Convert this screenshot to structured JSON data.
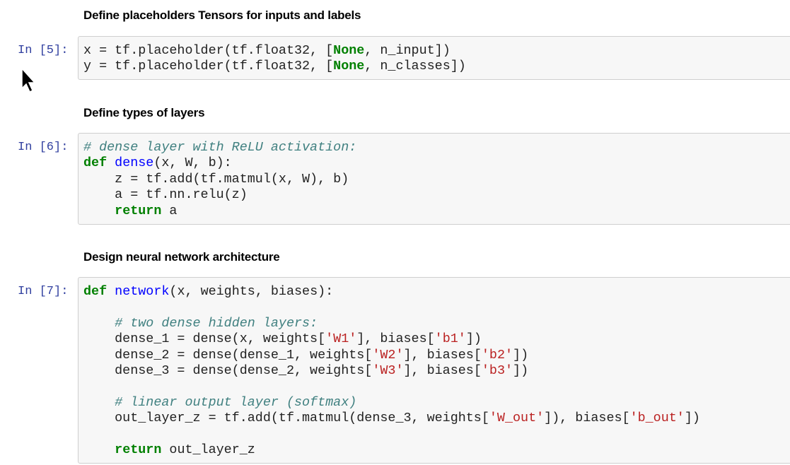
{
  "cells": [
    {
      "heading": "Define placeholders Tensors for inputs and labels",
      "prompt": "In [5]:",
      "lines": [
        [
          [
            "",
            "x = tf.placeholder(tf.float32, ["
          ],
          [
            "kw",
            "None"
          ],
          [
            "",
            ", n_input])"
          ]
        ],
        [
          [
            "",
            "y = tf.placeholder(tf.float32, ["
          ],
          [
            "kw",
            "None"
          ],
          [
            "",
            ", n_classes])"
          ]
        ]
      ]
    },
    {
      "heading": "Define types of layers",
      "prompt": "In [6]:",
      "lines": [
        [
          [
            "cm",
            "# dense layer with ReLU activation:"
          ]
        ],
        [
          [
            "kw",
            "def"
          ],
          [
            "",
            " "
          ],
          [
            "fn",
            "dense"
          ],
          [
            "",
            "(x, W, b):"
          ]
        ],
        [
          [
            "",
            "    z = tf.add(tf.matmul(x, W), b)"
          ]
        ],
        [
          [
            "",
            "    a = tf.nn.relu(z)"
          ]
        ],
        [
          [
            "",
            "    "
          ],
          [
            "kw",
            "return"
          ],
          [
            "",
            " a"
          ]
        ]
      ]
    },
    {
      "heading": "Design neural network architecture",
      "prompt": "In [7]:",
      "lines": [
        [
          [
            "kw",
            "def"
          ],
          [
            "",
            " "
          ],
          [
            "fn",
            "network"
          ],
          [
            "",
            "(x, weights, biases):"
          ]
        ],
        [],
        [
          [
            "",
            "    "
          ],
          [
            "cm",
            "# two dense hidden layers:"
          ]
        ],
        [
          [
            "",
            "    dense_1 = dense(x, weights["
          ],
          [
            "st",
            "'W1'"
          ],
          [
            "",
            "], biases["
          ],
          [
            "st",
            "'b1'"
          ],
          [
            "",
            "])"
          ]
        ],
        [
          [
            "",
            "    dense_2 = dense(dense_1, weights["
          ],
          [
            "st",
            "'W2'"
          ],
          [
            "",
            "], biases["
          ],
          [
            "st",
            "'b2'"
          ],
          [
            "",
            "])"
          ]
        ],
        [
          [
            "",
            "    dense_3 = dense(dense_2, weights["
          ],
          [
            "st",
            "'W3'"
          ],
          [
            "",
            "], biases["
          ],
          [
            "st",
            "'b3'"
          ],
          [
            "",
            "])"
          ]
        ],
        [],
        [
          [
            "",
            "    "
          ],
          [
            "cm",
            "# linear output layer (softmax)"
          ]
        ],
        [
          [
            "",
            "    out_layer_z = tf.add(tf.matmul(dense_3, weights["
          ],
          [
            "st",
            "'W_out'"
          ],
          [
            "",
            "]), biases["
          ],
          [
            "st",
            "'b_out'"
          ],
          [
            "",
            "])"
          ]
        ],
        [],
        [
          [
            "",
            "    "
          ],
          [
            "kw",
            "return"
          ],
          [
            "",
            " out_layer_z"
          ]
        ]
      ]
    }
  ]
}
